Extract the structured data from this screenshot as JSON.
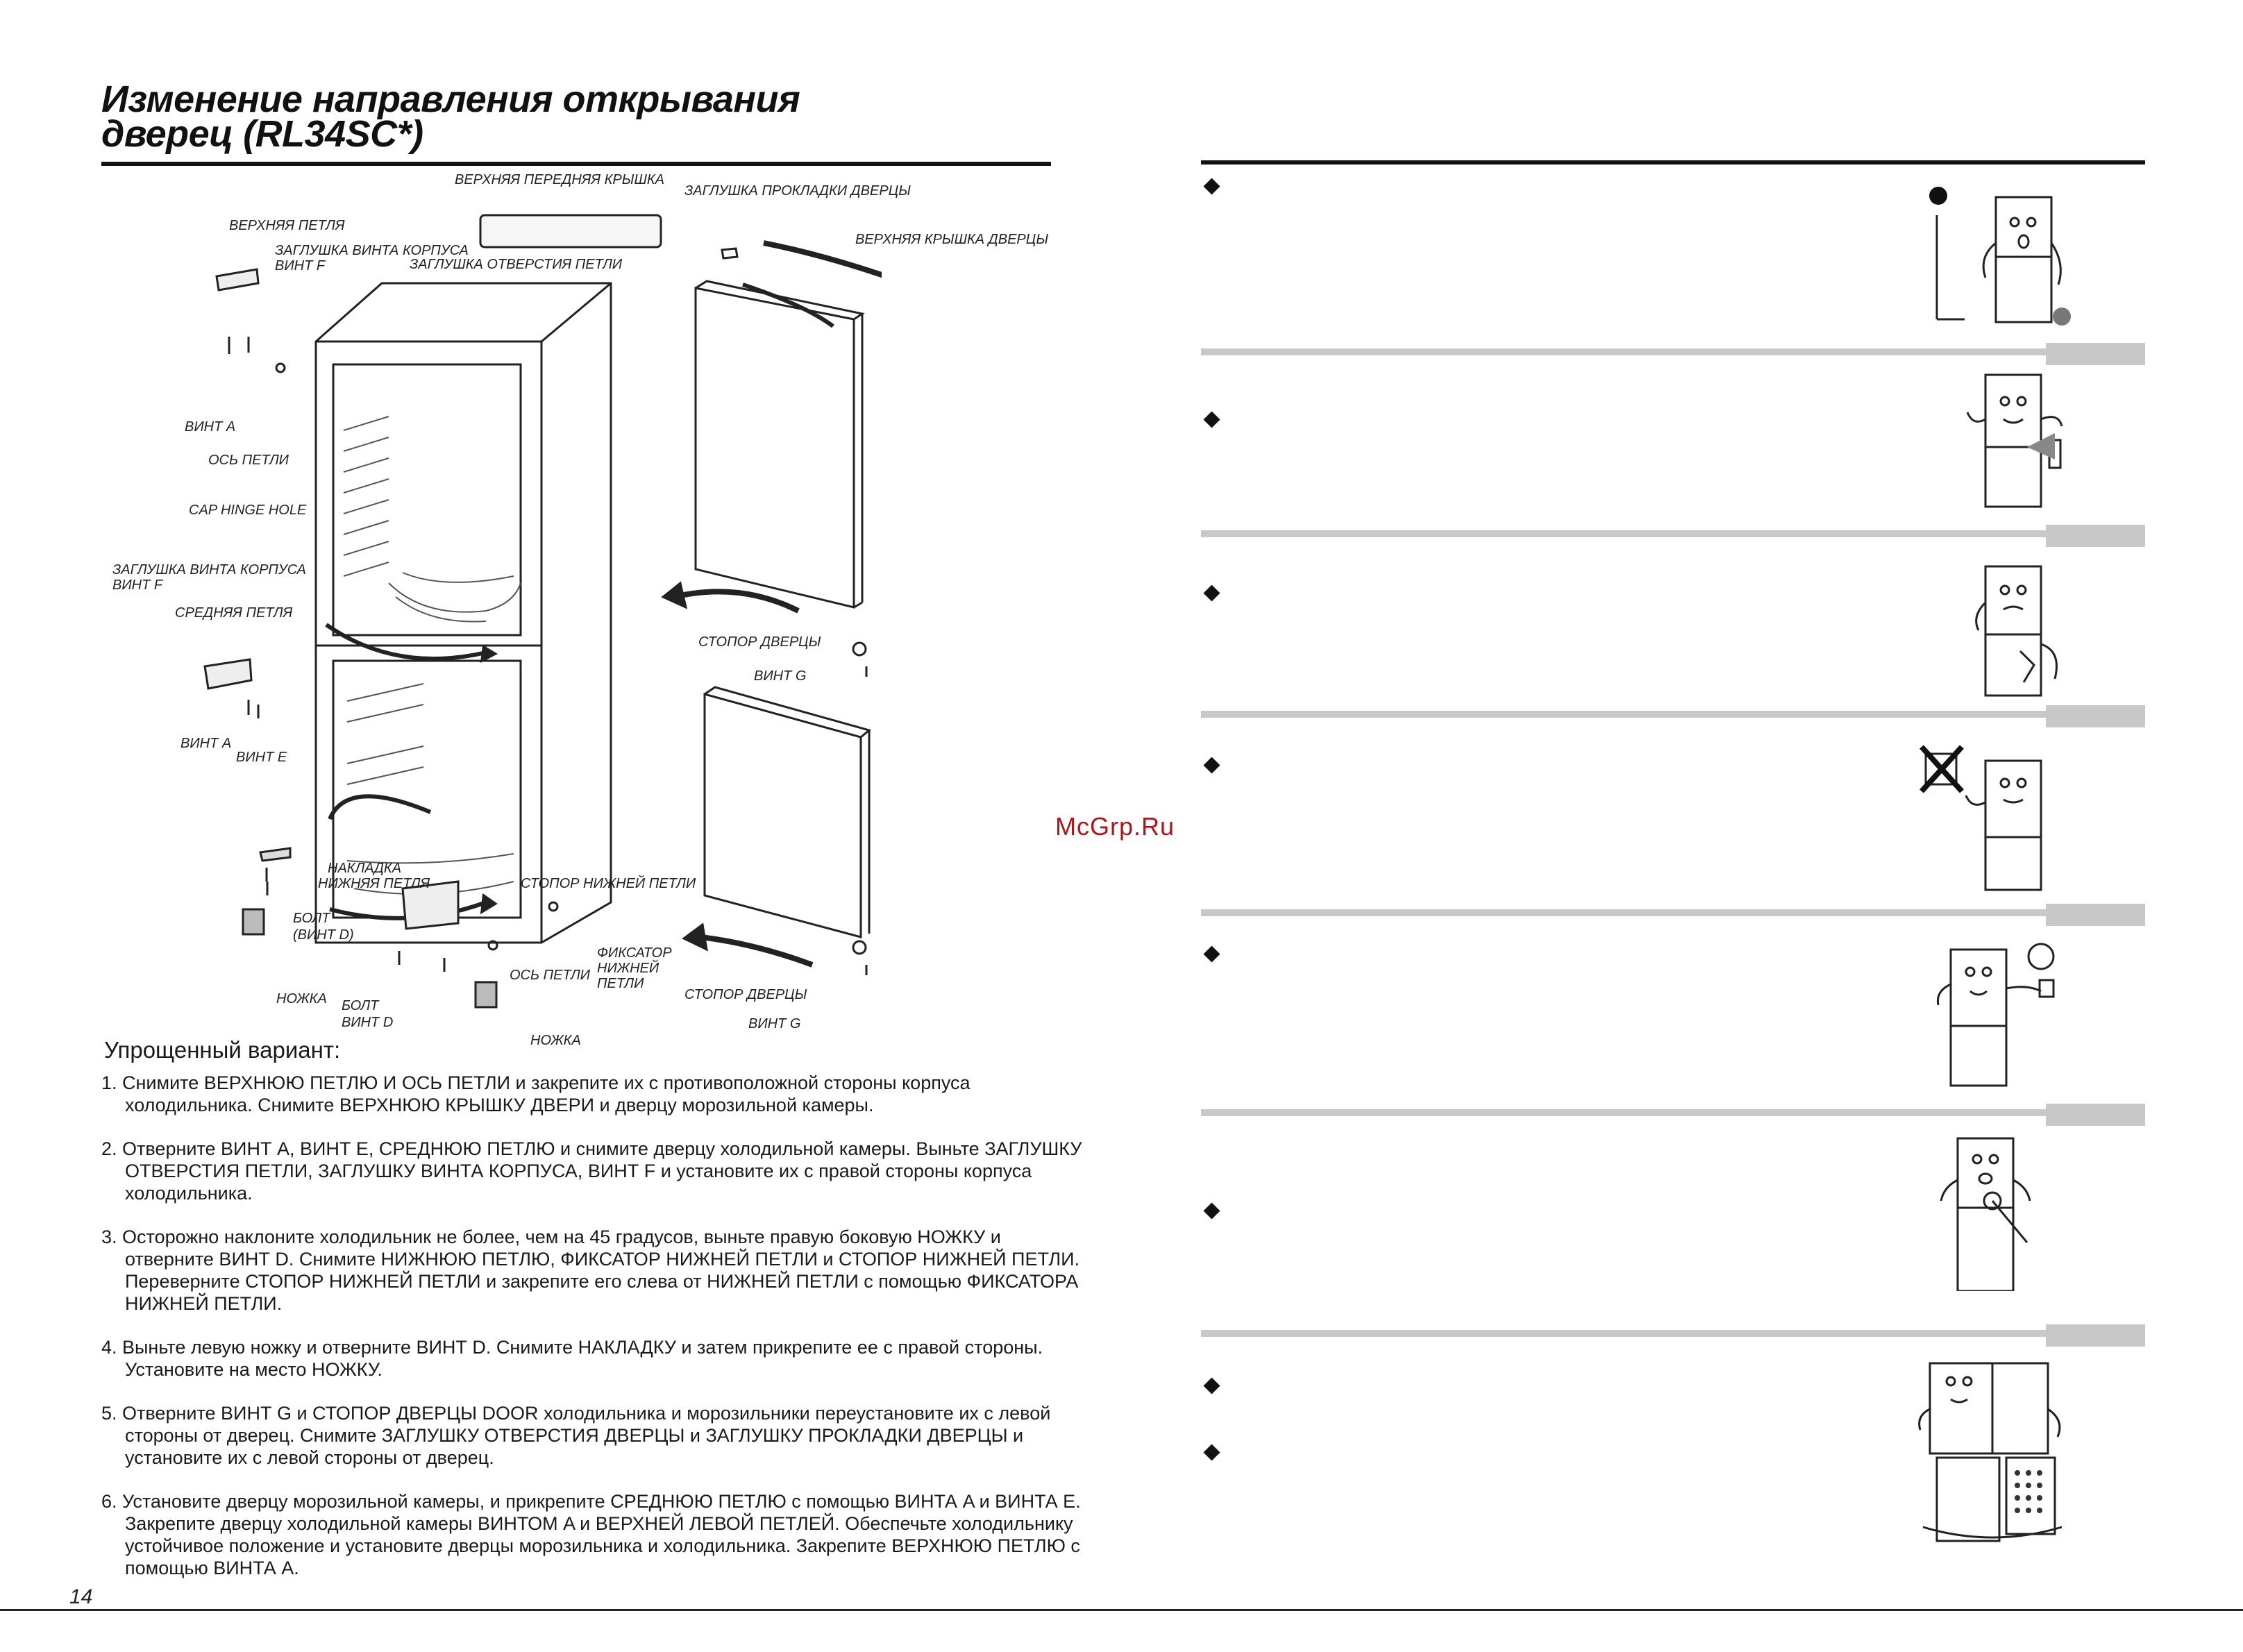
{
  "title": {
    "line1": "Изменение направления открывания",
    "line2": "дверец (RL34SC*)"
  },
  "diagram": {
    "labels": {
      "top_front_cover": "ВЕРХНЯЯ ПЕРЕДНЯЯ КРЫШКА",
      "door_gasket_plug": "ЗАГЛУШКА ПРОКЛАДКИ ДВЕРЦЫ",
      "top_door_cover": "ВЕРХНЯЯ КРЫШКА ДВЕРЦЫ",
      "top_hinge": "ВЕРХНЯЯ ПЕТЛЯ",
      "body_screw_plug_1": "ЗАГЛУШКА ВИНТА КОРПУСА",
      "screw_f_1": "ВИНТ F",
      "hinge_hole_plug": "ЗАГЛУШКА ОТВЕРСТИЯ ПЕТЛИ",
      "screw_a_1": "ВИНТ A",
      "hinge_axis_1": "ОСЬ ПЕТЛИ",
      "cap_hinge_hole": "CAP HINGE HOLE",
      "body_screw_plug_2": "ЗАГЛУШКА ВИНТА КОРПУСА",
      "screw_f_2": "ВИНТ F",
      "middle_hinge": "СРЕДНЯЯ ПЕТЛЯ",
      "screw_a_2": "ВИНТ A",
      "screw_e": "ВИНТ E",
      "door_stopper_1": "СТОПОР ДВЕРЦЫ",
      "screw_g_1": "ВИНТ G",
      "pad_line1": "НАКЛАДКА",
      "pad_line2": "НИЖНЯЯ ПЕТЛЯ",
      "bottom_hinge_stopper": "СТОПОР НИЖНЕЙ ПЕТЛИ",
      "bolt_1_line1": "БОЛТ",
      "bolt_1_line2": "(ВИНТ D)",
      "foot_1": "НОЖКА",
      "hinge_axis_2": "ОСЬ ПЕТЛИ",
      "retainer_line1": "ФИКСАТОР",
      "retainer_line2": "НИЖНЕЙ",
      "retainer_line3": "ПЕТЛИ",
      "bolt_2_line1": "БОЛТ",
      "bolt_2_line2": "ВИНТ D",
      "door_stopper_2": "СТОПОР ДВЕРЦЫ",
      "screw_g_2": "ВИНТ G",
      "foot_2": "НОЖКА"
    }
  },
  "simplified": {
    "heading": "Упрощенный вариант:",
    "steps": [
      "1. Снимите ВЕРХНЮЮ ПЕТЛЮ И ОСЬ ПЕТЛИ и закрепите их с противоположной стороны корпуса холодильника. Снимите ВЕРХНЮЮ КРЫШКУ ДВЕРИ и дверцу морозильной камеры.",
      "2. Отверните ВИНТ A, ВИНТ E, СРЕДНЮЮ ПЕТЛЮ и снимите дверцу холодильной камеры. Выньте ЗАГЛУШКУ ОТВЕРСТИЯ ПЕТЛИ, ЗАГЛУШКУ ВИНТА КОРПУСА,  ВИНТ F  и установите их с правой стороны корпуса холодильника.",
      "3. Осторожно наклоните холодильник не более, чем на 45 градусов, выньте правую боковую НОЖКУ и отверните ВИНТ D. Снимите НИЖНЮЮ ПЕТЛЮ, ФИКСАТОР НИЖНЕЙ ПЕТЛИ и СТОПОР НИЖНЕЙ ПЕТЛИ. Переверните СТОПОР НИЖНЕЙ ПЕТЛИ и закрепите его слева от НИЖНЕЙ ПЕТЛИ  с помощью ФИКСАТОРА НИЖНЕЙ ПЕТЛИ.",
      "4. Выньте левую ножку и отверните ВИНТ D. Снимите НАКЛАДКУ и затем прикрепите ее с правой стороны. Установите на место НОЖКУ.",
      "5. Отверните ВИНТ G и СТОПОР ДВЕРЦЫ DOOR холодильника и морозильники переустановите их с левой стороны от дверец. Снимите ЗАГЛУШКУ ОТВЕРСТИЯ ДВЕРЦЫ и ЗАГЛУШКУ ПРОКЛАДКИ ДВЕРЦЫ и установите их с левой стороны от дверец.",
      "6. Установите дверцу морозильной камеры, и прикрепите СРЕДНЮЮ ПЕТЛЮ с помощью ВИНТА A и ВИНТА E. Закрепите дверцу холодильной камеры ВИНТОМ A и ВЕРХНЕЙ ЛЕВОЙ ПЕТЛЕЙ. Обеспечьте холодильнику устойчивое положение и установите дверцы морозильника и холодильника. Закрепите ВЕРХНЮЮ ПЕТЛЮ с помощью ВИНТА A."
    ]
  },
  "page_number": "14",
  "watermark": "McGrp.Ru",
  "right_page": {
    "sections": 7,
    "bullet_symbol": "◆"
  }
}
